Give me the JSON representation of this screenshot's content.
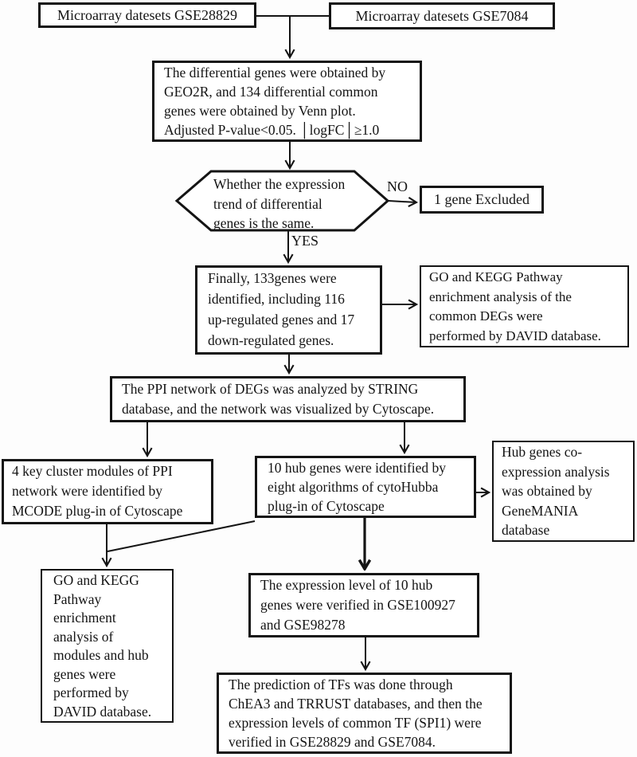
{
  "diagram": {
    "title_hint": "Flowchart of microarray DEG / hub-gene analysis workflow",
    "colors": {
      "ink": "#141414",
      "background": "#fdfdfd",
      "box_fill": "#ffffff"
    },
    "labels": {
      "no": "NO",
      "yes": "YES"
    },
    "nodes": {
      "gse28829": {
        "text": "Microarray datesets GSE28829"
      },
      "gse7084": {
        "text": "Microarray datesets GSE7084"
      },
      "deg": {
        "text": "The differential genes were obtained by\nGEO2R, and 134 differential common\ngenes were obtained by Venn plot.\nAdjusted P-value<0.05. │logFC│≥1.0"
      },
      "decision": {
        "text": "Whether the expression\ntrend of differential\ngenes is the same."
      },
      "excluded": {
        "text": "1 gene Excluded"
      },
      "identified": {
        "text": "Finally, 133genes were\nidentified, including 116\nup-regulated genes and 17\ndown-regulated genes."
      },
      "go_kegg_degs": {
        "text": "GO and KEGG Pathway\nenrichment analysis of the\ncommon DEGs were\nperformed by DAVID database."
      },
      "ppi": {
        "text": "The PPI network of DEGs was analyzed by STRING\ndatabase, and the network was visualized by Cytoscape."
      },
      "mcode": {
        "text": "4 key cluster modules of PPI\nnetwork were identified by\nMCODE plug-in of Cytoscape"
      },
      "cytohubba": {
        "text": "10 hub genes were identified by\neight algorithms of cytoHubba\nplug-in of Cytoscape"
      },
      "genemania": {
        "text": "Hub genes co-\nexpression analysis\nwas obtained by\nGeneMANIA\ndatabase"
      },
      "go_kegg_modules": {
        "text": "GO and KEGG\nPathway\nenrichment\nanalysis of\nmodules and hub\ngenes were\nperformed by\nDAVID database."
      },
      "verify_hub": {
        "text": "The expression level of 10 hub\ngenes were verified in GSE100927\nand GSE98278"
      },
      "tf_prediction": {
        "text": "The prediction of TFs was done through\nChEA3 and TRRUST databases, and then the\nexpression levels of common TF (SPI1) were\nverified in GSE28829 and GSE7084."
      }
    }
  }
}
